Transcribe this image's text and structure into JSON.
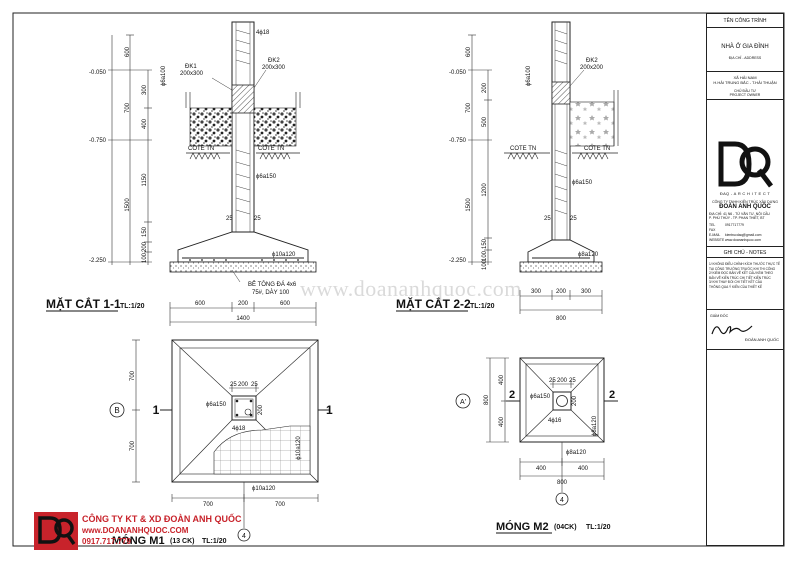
{
  "drawing": {
    "section11": {
      "title": "MẶT CẮT 1-1",
      "scale": "TL:1/20",
      "column_bar": "4ϕ18",
      "tie": "ϕ6a100",
      "tie2": "ϕ6a150",
      "beam1": "ĐK1",
      "beam1_size": "200x300",
      "beam2": "ĐK2",
      "beam2_size": "200x300",
      "cote1": "COTE TN",
      "cote2": "COTE TN",
      "lvl1": "-0.050",
      "lvl2": "-0.750",
      "lvl3": "-2.250",
      "dims_v": [
        "600",
        "700",
        "300",
        "400",
        "1500",
        "1150",
        "150",
        "200",
        "100"
      ],
      "footing_bar": "ϕ10a120",
      "concrete": "BÊ TÔNG ĐÁ 4x6",
      "concrete2": "75#, DÀY 100",
      "dims_h": [
        "600",
        "200",
        "600"
      ],
      "total": "1400",
      "tick_a": "25",
      "tick_b": "25"
    },
    "section22": {
      "title": "MẶT CẮT 2-2",
      "scale": "TL:1/20",
      "tie": "ϕ6a100",
      "tie2": "ϕ6a150",
      "beam2": "ĐK2",
      "beam2_size": "200x200",
      "cote1": "COTE TN",
      "cote2": "COTE TN",
      "lvl1": "-0.050",
      "lvl2": "-0.750",
      "lvl3": "-2.250",
      "dims_v": [
        "600",
        "700",
        "200",
        "500",
        "1500",
        "1200",
        "150",
        "100",
        "100"
      ],
      "footing_bar": "ϕ8a120",
      "dims_h": [
        "300",
        "200",
        "300"
      ],
      "total": "800",
      "tick_a": "25",
      "tick_b": "25"
    },
    "plan_m1": {
      "title": "MÓNG M1",
      "qty": "(13 CK)",
      "scale": "TL:1/20",
      "axis_b": "B",
      "axis_4": "4",
      "cut_left": "1",
      "cut_right": "1",
      "top_dims": [
        "25",
        "200",
        "25"
      ],
      "tie": "ϕ6a150",
      "bars": "4ϕ18",
      "bar_side": "ϕ10a120",
      "bar_bottom": "ϕ10a120",
      "side_200": "200",
      "dims_v": [
        "700",
        "700"
      ],
      "dims_h": [
        "700",
        "700"
      ]
    },
    "plan_m2": {
      "title": "MÓNG M2",
      "qty": "(04CK)",
      "scale": "TL:1/20",
      "axis_a": "A'",
      "axis_4": "4",
      "cut_left": "2",
      "cut_right": "2",
      "top_dims": [
        "25",
        "200",
        "25"
      ],
      "tie": "ϕ6a150",
      "bars": "4ϕ16",
      "bar_side": "ϕ8a120",
      "bar_bottom": "ϕ8a120",
      "side_200": "200",
      "dims_v": [
        "400",
        "400"
      ],
      "total_v": "800",
      "dims_h": [
        "400",
        "400"
      ],
      "total_h": "800"
    }
  },
  "watermark": "www.doananhquoc.com",
  "title_block": {
    "project_label": "TÊN CÔNG TRÌNH",
    "project_name": "NHÀ Ở GIA ĐÌNH",
    "address_label": "ĐỊA CHỈ - ADDRESS",
    "address1": "XÃ HẢI NAM",
    "address2": "H.HẢI TRUNG BẮC - T.HẢI THUẬN",
    "owner_label": "CHỦ ĐẦU TƯ",
    "owner_label2": "PROJECT OWNER",
    "logo_sub": "ĐAQ - A R C H I T E C T",
    "company_line": "CÔNG TY TNHH KIẾN TRÚC XÂY DỰNG",
    "company": "ĐOÀN ANH QUỐC",
    "addr_line": "ĐỊA CHỈ: 41 N6 - TỪ VĂN TƯ, NỘI CẦU",
    "addr_line2": "P. PHÚ THỦY - TP. PHAN THIẾT, BT",
    "tel": "TEL",
    "tel_val": "0917717779",
    "fax": "FAX",
    "email": "E-MAIL",
    "email_val": "kientrucdaq@gmail.com",
    "web": "WEBSITE",
    "web_val": "www.doananhquoc.com",
    "notes_title": "GHI CHÚ - NOTES",
    "note1": "1/ KHÔNG ĐIỀU CHỈNH KÍCH THƯỚC THỰC TẾ",
    "note2": "TẠI CÔNG TRƯỜNG TRƯỚC KHI THI CÔNG",
    "note3": "2/ KIỂM ĐỌC BẢN VẼ KẾT CẤU KÈM THEO",
    "note4": "BẢN VẼ KIẾN TRÚC CHI TIẾT KIẾN TRÚC",
    "note5": "3/ KHI THAY ĐỔI CHI TIẾT KẾT CẤU",
    "note6": "THÔNG QUA Ý KIẾN CỦA THIẾT KẾ",
    "director": "GIÁM ĐỐC",
    "signer": "ĐOÀN ANH QUỐC"
  },
  "footer": {
    "company": "CÔNG TY KT & XD ĐOÀN ANH QUỐC",
    "site": "www.DOANANHQUOC.COM",
    "phone": "0917.717.779"
  }
}
